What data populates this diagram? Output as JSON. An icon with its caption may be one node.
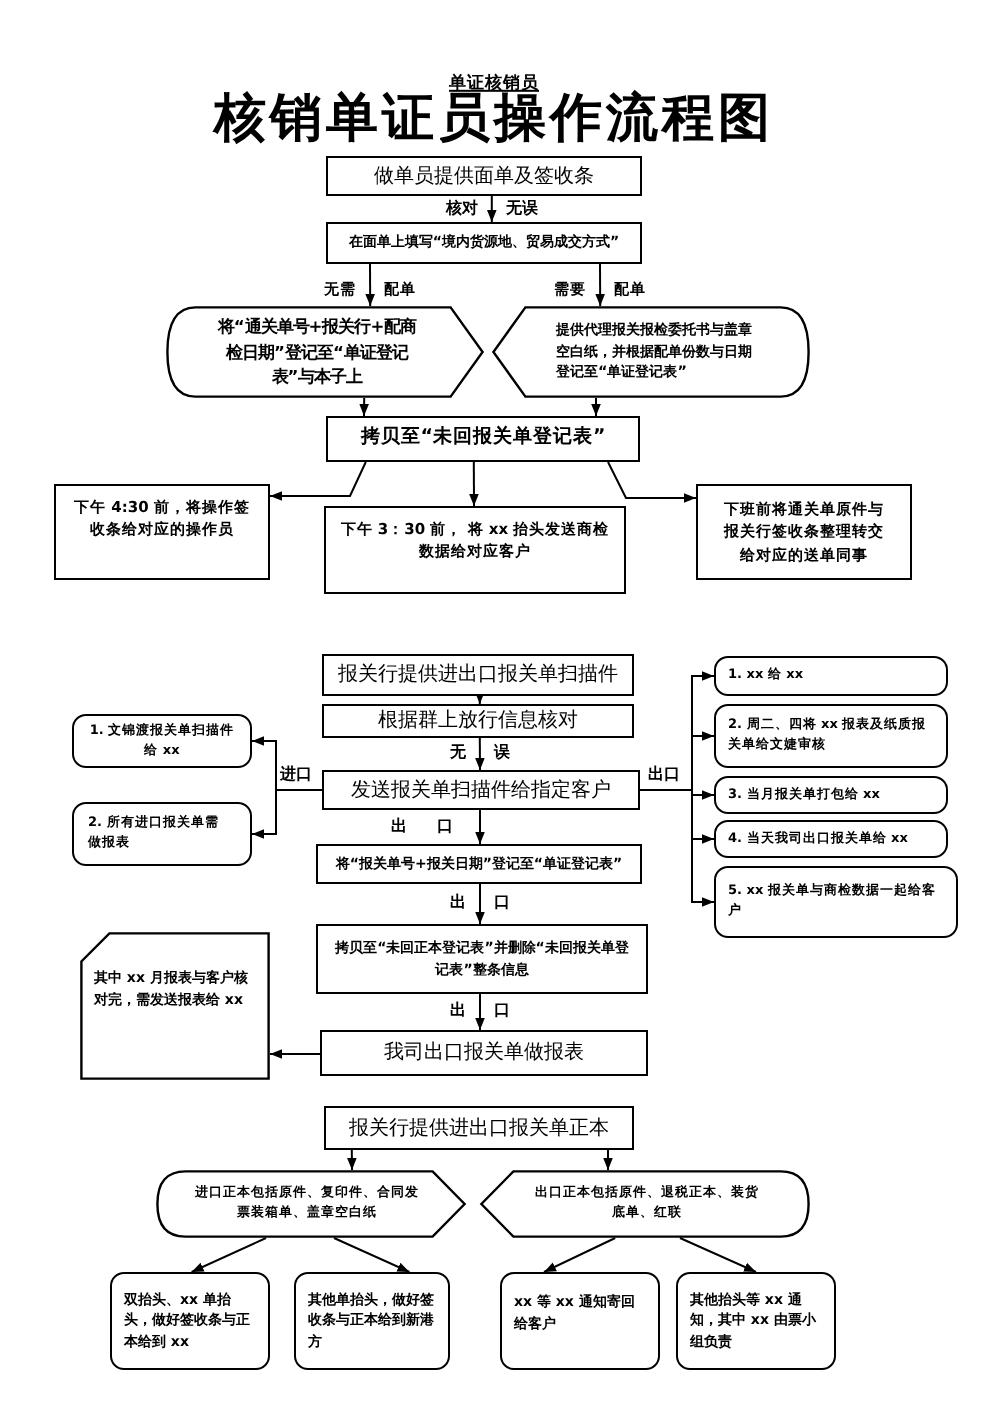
{
  "diagram": {
    "title": "核销单证员操作流程图",
    "nodes": [
      {
        "text": [
          "做单员提供面单及签收条"
        ]
      },
      {
        "text": [
          "在面单上填写“境内货源地、贸易成交方式”"
        ]
      },
      {
        "text": [
          "将“通关单号+报关行+配商检日期”登记至“单证登记表”与本子上"
        ]
      },
      {
        "text": [
          "提供代理报关报检委托书与盖章空白纸，并根据配单份数与日期登记至“单证登记表”"
        ]
      },
      {
        "text": [
          "拷贝至“未回报关单登记表”"
        ]
      },
      {
        "text": [
          "下午 4:30 前，将操作签收条给对应的操作员"
        ]
      },
      {
        "text": [
          "下午 3：30 前， 将 xx 抬头发送商检数据给对应客户"
        ]
      },
      {
        "text": [
          "下班前将通关单原件与报关行签收条整理转交给对应的送单同事"
        ]
      },
      {
        "text": [
          "报关行提供进出口报关单扫描件"
        ]
      },
      {
        "text": [
          "根据群上放行信息核对"
        ]
      },
      {
        "text": [
          "发送报关单扫描件给指定客户"
        ]
      },
      {
        "text": [
          "1. 文锦渡报关单扫描件给 xx"
        ]
      },
      {
        "text": [
          "2. 所有进口报关单需做报表"
        ]
      },
      {
        "text": [
          "1. xx 给 xx"
        ]
      },
      {
        "text": [
          "2. 周二、四将 xx 报表及纸质报关单给文婕审核"
        ]
      },
      {
        "text": [
          "3. 当月报关单打包给 xx"
        ]
      },
      {
        "text": [
          "4. 当天我司出口报关单给 xx"
        ]
      },
      {
        "text": [
          "5. xx 报关单与商检数据一起给客户"
        ]
      },
      {
        "text": [
          "将“报关单号+报关日期”登记至“单证登记表”"
        ]
      },
      {
        "text": [
          "拷贝至“未回正本登记表”并删除“未回报关单登记表”整条信息"
        ]
      },
      {
        "text": [
          "我司出口报关单做报表"
        ]
      },
      {
        "text": [
          "其中 xx 月报表与客户核对完，需发送报表给 xx"
        ]
      },
      {
        "text": [
          "报关行提供进出口报关单正本"
        ]
      },
      {
        "text": [
          "进口正本包括原件、复印件、合同发票装箱单、盖章空白纸"
        ]
      },
      {
        "text": [
          "出口正本包括原件、退税正本、装货底单、红联"
        ]
      },
      {
        "text": [
          "双抬头、xx 单抬头，做好签收条与正本给到 xx"
        ]
      },
      {
        "text": [
          "其他单抬头，做好签收条与正本给到新港方"
        ]
      },
      {
        "text": [
          "xx 等 xx 通知寄回给客户"
        ]
      },
      {
        "text": [
          "其他抬头等 xx 通知，其中 xx 由票小组负责"
        ]
      }
    ],
    "edges": [
      {
        "from": 0,
        "to": 1,
        "arrow": "to",
        "label": "核对 无误"
      },
      {
        "from": 1,
        "to": 2,
        "arrow": "to",
        "label": "无需 配单"
      },
      {
        "from": 1,
        "to": 3,
        "arrow": "to",
        "label": "需要 配单"
      },
      {
        "from": 2,
        "to": 4,
        "arrow": "to"
      },
      {
        "from": 3,
        "to": 4,
        "arrow": "to"
      },
      {
        "from": 4,
        "to": 5,
        "arrow": "to"
      },
      {
        "from": 4,
        "to": 6,
        "arrow": "to"
      },
      {
        "from": 4,
        "to": 7,
        "arrow": "to"
      },
      {
        "from": 8,
        "to": 9,
        "arrow": "to"
      },
      {
        "from": 9,
        "to": 10,
        "arrow": "to",
        "label": "无 误"
      },
      {
        "from": 10,
        "to": 11,
        "arrow": "to",
        "label": "进口"
      },
      {
        "from": 10,
        "to": 12,
        "arrow": "to"
      },
      {
        "from": 10,
        "to": 13,
        "arrow": "to",
        "label": "出口"
      },
      {
        "from": 10,
        "to": 14,
        "arrow": "to"
      },
      {
        "from": 10,
        "to": 15,
        "arrow": "to"
      },
      {
        "from": 10,
        "to": 16,
        "arrow": "to"
      },
      {
        "from": 10,
        "to": 17,
        "arrow": "to"
      },
      {
        "from": 10,
        "to": 18,
        "arrow": "to",
        "label": "出 口"
      },
      {
        "from": 18,
        "to": 19,
        "arrow": "to",
        "label": "出 口"
      },
      {
        "from": 19,
        "to": 20,
        "arrow": "to",
        "label": "出 口"
      },
      {
        "from": 20,
        "to": 21,
        "arrow": "to"
      },
      {
        "from": 22,
        "to": 23,
        "arrow": "to"
      },
      {
        "from": 22,
        "to": 24,
        "arrow": "to"
      },
      {
        "from": 23,
        "to": 25,
        "arrow": "to"
      },
      {
        "from": 23,
        "to": 26,
        "arrow": "to"
      },
      {
        "from": 24,
        "to": 27,
        "arrow": "to"
      },
      {
        "from": 24,
        "to": 28,
        "arrow": "to"
      }
    ],
    "labels": [
      "单证核销员"
    ]
  }
}
